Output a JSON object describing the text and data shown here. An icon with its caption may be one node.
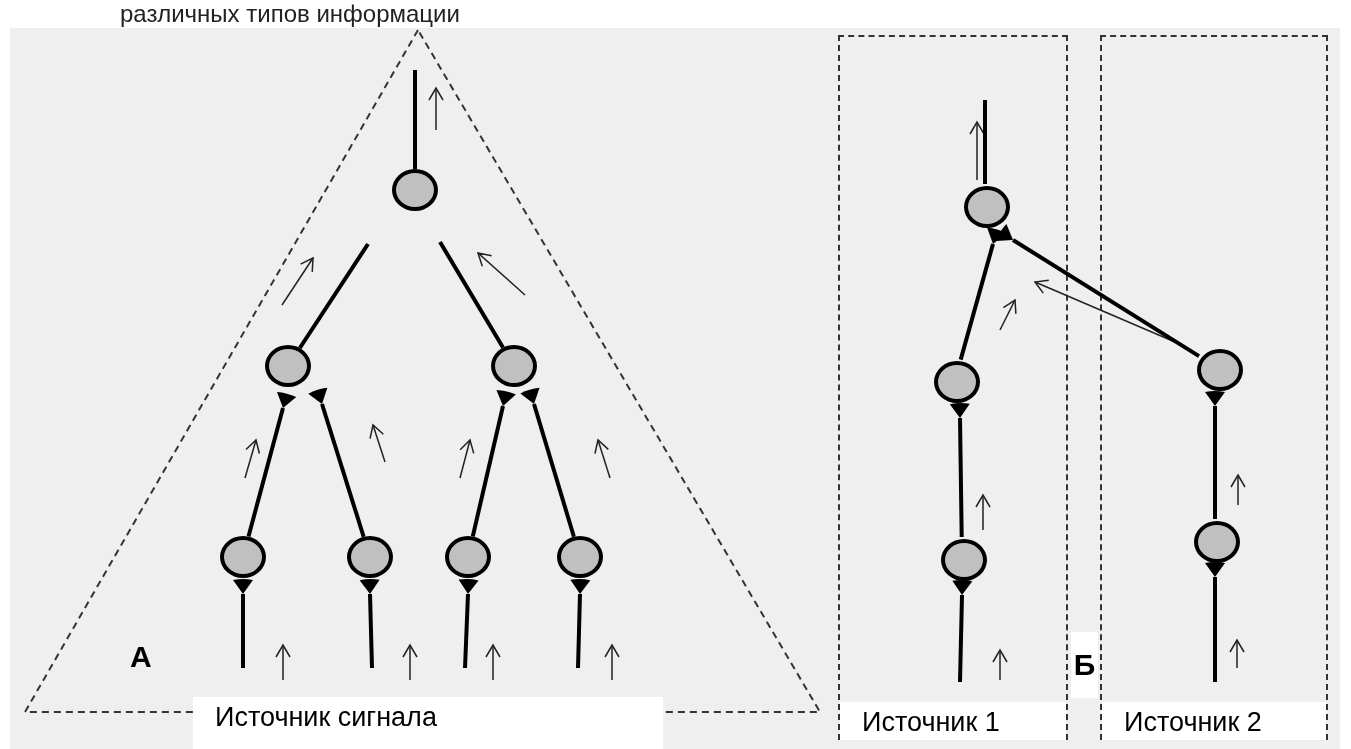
{
  "diagram": {
    "title": "различных типов информации",
    "nodes": [
      {
        "text": [
          "А",
          "Источник сигнала"
        ]
      },
      {
        "text": [],
        "shape": "circle",
        "in": 0
      },
      {
        "text": [],
        "shape": "circle",
        "in": 0
      },
      {
        "text": [],
        "shape": "circle",
        "in": 0
      },
      {
        "text": [],
        "shape": "circle",
        "in": 0
      },
      {
        "text": [],
        "shape": "circle",
        "in": 0
      },
      {
        "text": [],
        "shape": "circle",
        "in": 0
      },
      {
        "text": [],
        "shape": "circle",
        "in": 0
      },
      {
        "text": [
          "Источник 1"
        ]
      },
      {
        "text": [],
        "shape": "circle",
        "in": 8
      },
      {
        "text": [],
        "shape": "circle",
        "in": 8
      },
      {
        "text": [],
        "shape": "circle",
        "in": 8
      },
      {
        "text": [
          "Источник 2"
        ]
      },
      {
        "text": [],
        "shape": "circle",
        "in": 12
      },
      {
        "text": [],
        "shape": "circle",
        "in": 12
      }
    ],
    "edges": [
      {
        "from": 2,
        "to": 1,
        "arrow": "none"
      },
      {
        "from": 3,
        "to": 1,
        "arrow": "none"
      },
      {
        "from": 4,
        "to": 2,
        "arrow": "other"
      },
      {
        "from": 5,
        "to": 2,
        "arrow": "other"
      },
      {
        "from": 6,
        "to": 3,
        "arrow": "other"
      },
      {
        "from": 7,
        "to": 3,
        "arrow": "other"
      },
      {
        "from": 1,
        "to": null,
        "arrow": "none"
      },
      {
        "from": null,
        "to": 4,
        "arrow": "other"
      },
      {
        "from": null,
        "to": 5,
        "arrow": "other"
      },
      {
        "from": null,
        "to": 6,
        "arrow": "other"
      },
      {
        "from": null,
        "to": 7,
        "arrow": "other"
      },
      {
        "from": 10,
        "to": 9,
        "arrow": "other"
      },
      {
        "from": 13,
        "to": 9,
        "arrow": "other"
      },
      {
        "from": 11,
        "to": 10,
        "arrow": "other"
      },
      {
        "from": 14,
        "to": 13,
        "arrow": "other"
      },
      {
        "from": 9,
        "to": null,
        "arrow": "none"
      },
      {
        "from": null,
        "to": 11,
        "arrow": "other"
      },
      {
        "from": null,
        "to": 14,
        "arrow": "other"
      }
    ],
    "labels": [
      "Б"
    ]
  }
}
